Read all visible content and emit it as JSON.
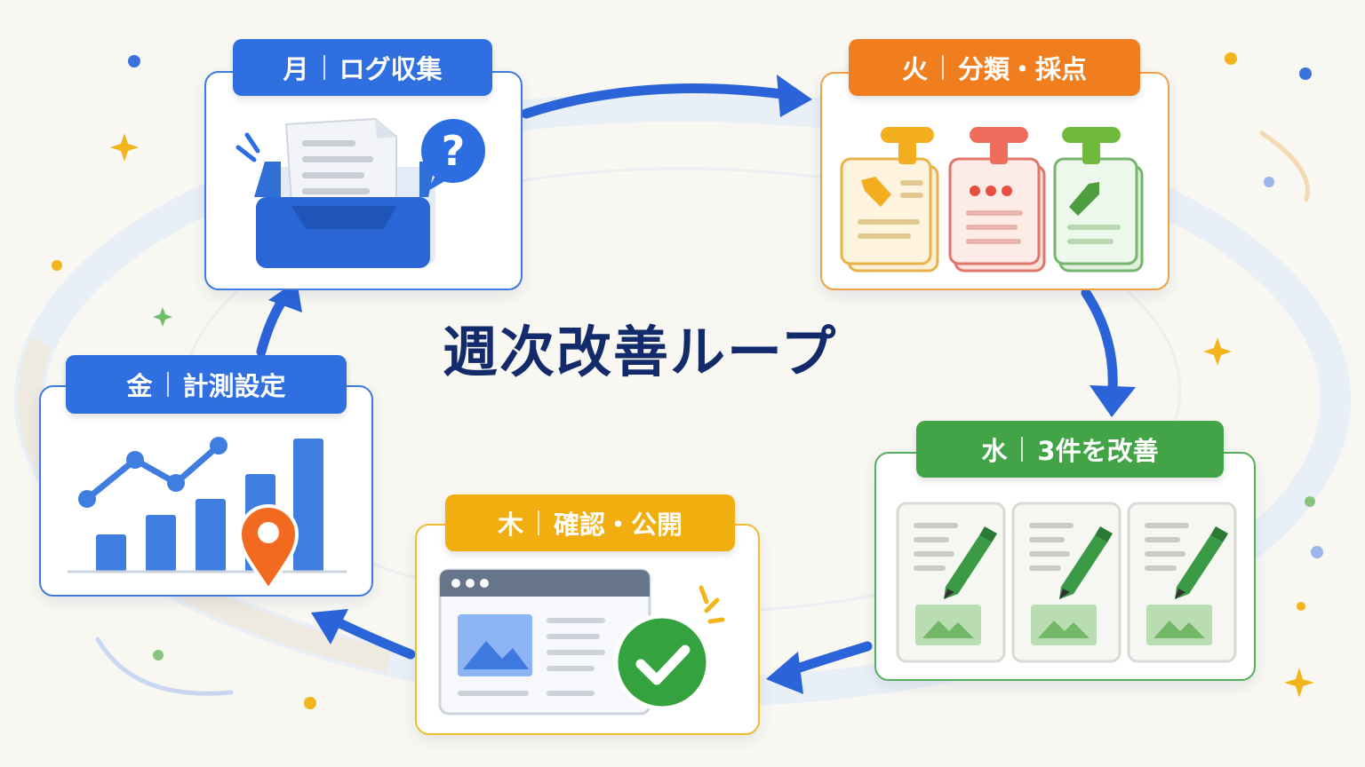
{
  "title": "週次改善ループ",
  "colors": {
    "blue": "#2f6fe0",
    "orange": "#f07e1f",
    "green": "#43a447",
    "yellow": "#f2ad0f",
    "navy": "#132a6b",
    "arrow": "#2a64d8"
  },
  "steps": [
    {
      "day": "月",
      "label": "ログ収集",
      "icon": "inbox-document-question-icon"
    },
    {
      "day": "火",
      "label": "分類・採点",
      "icon": "tagged-cards-icon"
    },
    {
      "day": "水",
      "label": "3件を改善",
      "icon": "pencil-edit-pages-icon"
    },
    {
      "day": "木",
      "label": "確認・公開",
      "icon": "browser-checkmark-icon"
    },
    {
      "day": "金",
      "label": "計測設定",
      "icon": "chart-location-pin-icon"
    }
  ]
}
